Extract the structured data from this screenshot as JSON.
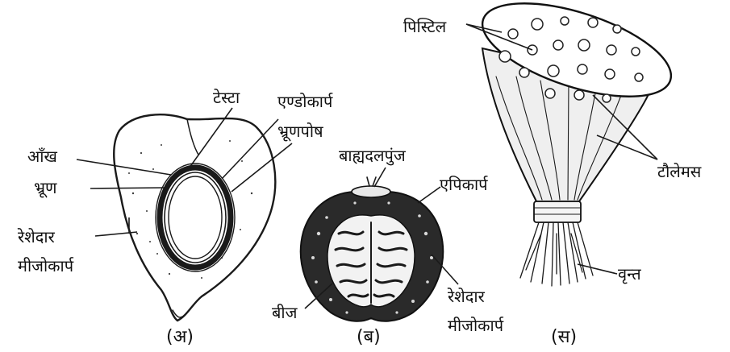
{
  "figure_a": {
    "caption": "(अ)",
    "labels": {
      "testa": "टेस्टा",
      "endocarp": "एण्डोकार्प",
      "endosperm": "भ्रूणपोष",
      "eye": "आँख",
      "embryo": "भ्रूण",
      "fibrous_line1": "रेशेदार",
      "fibrous_line2": "मीजोकार्प"
    }
  },
  "figure_b": {
    "caption": "(ब)",
    "labels": {
      "calyx": "बाह्यदलपुंज",
      "epicarp": "एपिकार्प",
      "seed": "बीज",
      "fibrous_line1": "रेशेदार",
      "fibrous_line2": "मीजोकार्प"
    }
  },
  "figure_c": {
    "caption": "(स)",
    "labels": {
      "pistil": "पिस्टिल",
      "thalamus": "टौलेमस",
      "stalk": "वृन्त"
    }
  }
}
